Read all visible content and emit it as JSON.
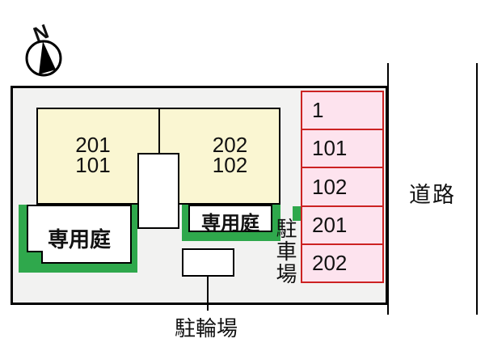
{
  "compass": {
    "north_label": "N"
  },
  "site": {
    "building": {
      "unit_left": {
        "line1": "201",
        "line2": "101"
      },
      "unit_right": {
        "line1": "202",
        "line2": "102"
      }
    },
    "gardens": {
      "left_label": "専用庭",
      "right_label": "専用庭"
    },
    "parking": {
      "label": "駐車場",
      "spaces": [
        "1",
        "101",
        "102",
        "201",
        "202"
      ]
    },
    "bicycle": {
      "label": "駐輪場"
    }
  },
  "road": {
    "label": "道路"
  },
  "colors": {
    "site_bg": "#F2F2F1",
    "building_fill": "#FAF6D2",
    "garden_green": "#2FA84C",
    "parking_pink": "#FDE3EE",
    "parking_border_red": "#CC2222"
  }
}
